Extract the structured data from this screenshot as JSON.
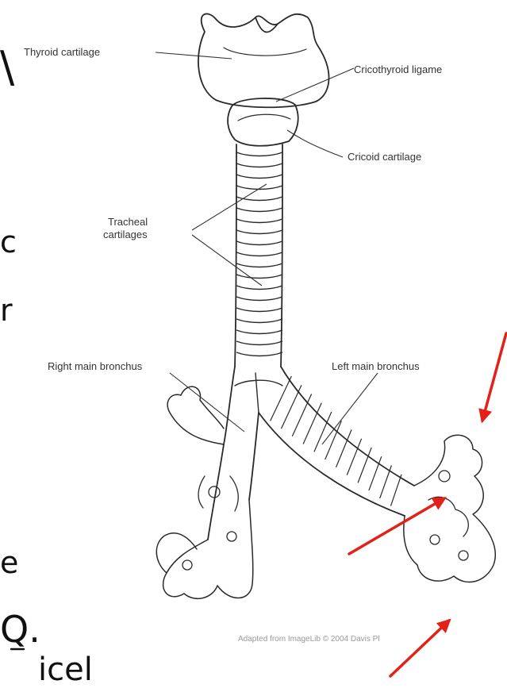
{
  "labels": {
    "thyroid": "Thyroid cartilage",
    "cricothyroid": "Cricothyroid ligame",
    "cricoid": "Cricoid cartilage",
    "tracheal_1": "Tracheal",
    "tracheal_2": "cartilages",
    "right_bronchus": "Right main bronchus",
    "left_bronchus": "Left main bronchus"
  },
  "credit": "Adapted from ImageLib © 2004 Davis Pl",
  "page_fragments": [
    "\\",
    "c",
    "r",
    "e",
    "Q.",
    "icel"
  ],
  "colors": {
    "line": "#2a2a2a",
    "label": "#333333",
    "arrow": "#e32118"
  }
}
